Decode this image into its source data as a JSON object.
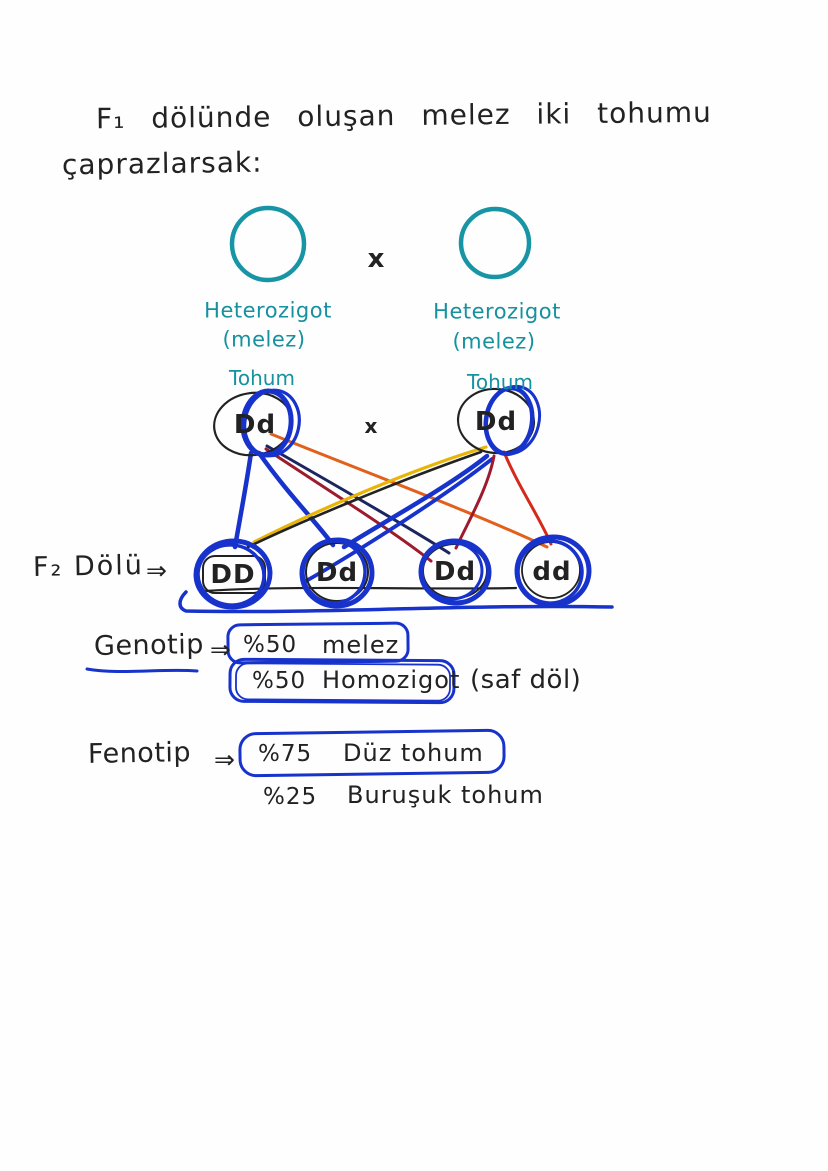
{
  "title": {
    "line1": "F₁ dölünde oluşan melez iki tohumu",
    "line2": "çaprazlarsak:"
  },
  "symbols": {
    "cross": "x",
    "arrow": "⇒"
  },
  "parents": {
    "left": {
      "line1": "Heterozigot",
      "line2": "(melez)",
      "line3": "Tohum",
      "genotype": "Dd"
    },
    "right": {
      "line1": "Heterozigot",
      "line2": "(melez)",
      "line3": "Tohum",
      "genotype": "Dd"
    }
  },
  "f2": {
    "label": "F₂ Dölü",
    "offspring": [
      "DD",
      "Dd",
      "Dd",
      "dd"
    ]
  },
  "genotip": {
    "label": "Genotip",
    "row1": {
      "pct": "%50",
      "text": "melez"
    },
    "row2": {
      "pct": "%50",
      "text": "Homozigot",
      "note": "(saf döl)"
    }
  },
  "fenotip": {
    "label": "Fenotip",
    "row1": {
      "pct": "%75",
      "text": "Düz tohum"
    },
    "row2": {
      "pct": "%25",
      "text": "Buruşuk tohum"
    }
  },
  "colors": {
    "teal": "#15919f",
    "blue": "#1733cc",
    "navy": "#1b2560",
    "maroon": "#9c1b2e",
    "red": "#d42a1a",
    "orange": "#e2601c",
    "yellow": "#e8b506",
    "ink": "#222222"
  }
}
